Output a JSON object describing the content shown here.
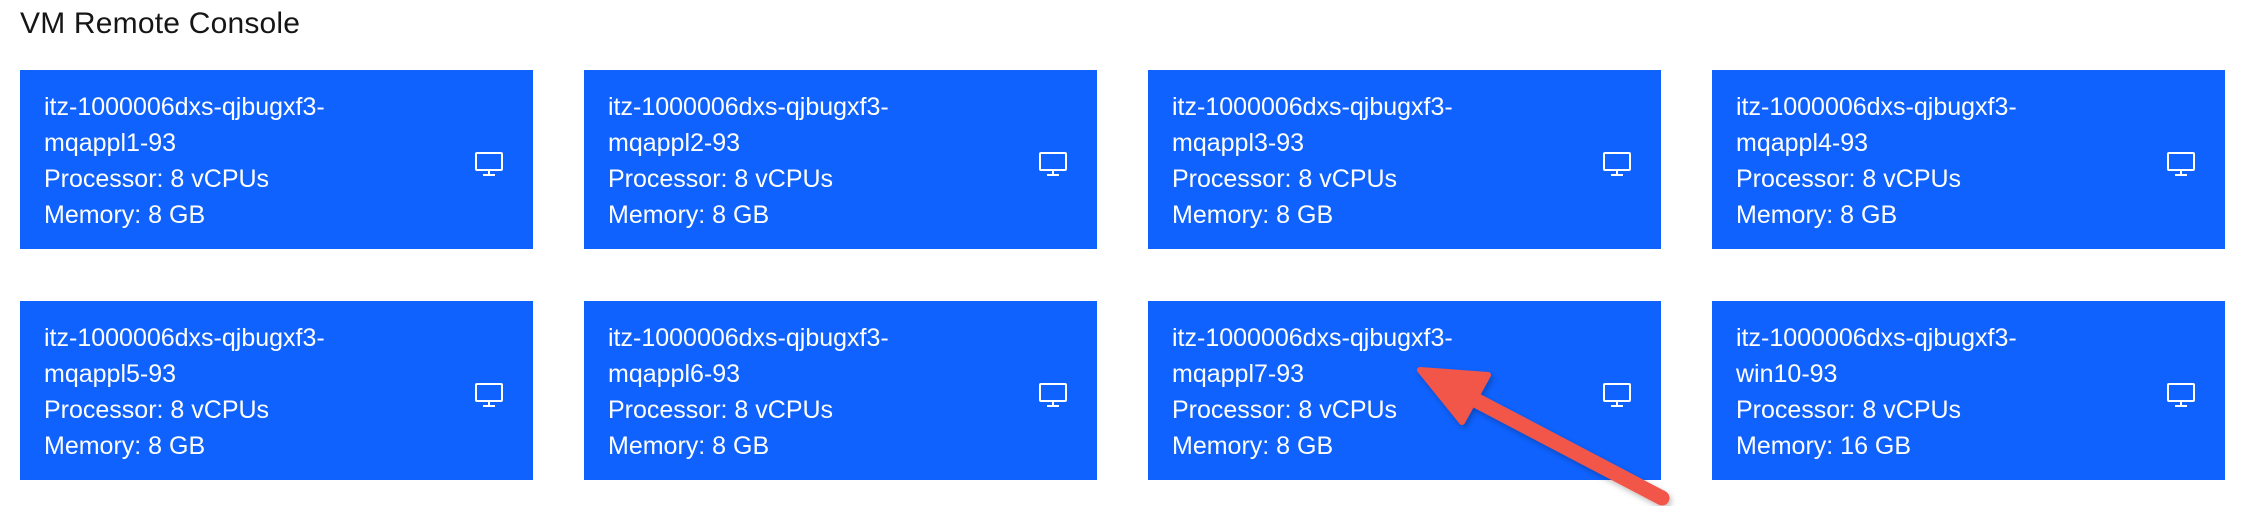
{
  "page": {
    "title": "VM Remote Console"
  },
  "colors": {
    "tile_background": "#0f62fe",
    "tile_text": "#ffffff",
    "title_text": "#161616",
    "annotation_arrow": "#f1564a"
  },
  "icon": "monitor-icon",
  "vms": [
    {
      "name_line1": "itz-1000006dxs-qjbugxf3-",
      "name_line2": "mqappl1-93",
      "processor": "Processor: 8 vCPUs",
      "memory": "Memory: 8 GB"
    },
    {
      "name_line1": "itz-1000006dxs-qjbugxf3-",
      "name_line2": "mqappl2-93",
      "processor": "Processor: 8 vCPUs",
      "memory": "Memory: 8 GB"
    },
    {
      "name_line1": "itz-1000006dxs-qjbugxf3-",
      "name_line2": "mqappl3-93",
      "processor": "Processor: 8 vCPUs",
      "memory": "Memory: 8 GB"
    },
    {
      "name_line1": "itz-1000006dxs-qjbugxf3-",
      "name_line2": "mqappl4-93",
      "processor": "Processor: 8 vCPUs",
      "memory": "Memory: 8 GB"
    },
    {
      "name_line1": "itz-1000006dxs-qjbugxf3-",
      "name_line2": "mqappl5-93",
      "processor": "Processor: 8 vCPUs",
      "memory": "Memory: 8 GB"
    },
    {
      "name_line1": "itz-1000006dxs-qjbugxf3-",
      "name_line2": "mqappl6-93",
      "processor": "Processor: 8 vCPUs",
      "memory": "Memory: 8 GB"
    },
    {
      "name_line1": "itz-1000006dxs-qjbugxf3-",
      "name_line2": "mqappl7-93",
      "processor": "Processor: 8 vCPUs",
      "memory": "Memory: 8 GB"
    },
    {
      "name_line1": "itz-1000006dxs-qjbugxf3-",
      "name_line2": "win10-93",
      "processor": "Processor: 8 vCPUs",
      "memory": "Memory: 16 GB"
    }
  ]
}
